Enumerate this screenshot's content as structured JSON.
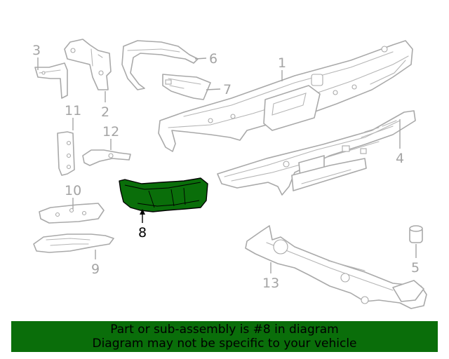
{
  "highlight_color": "#0a6e0a",
  "parts": [
    {
      "id": "1",
      "label": "1"
    },
    {
      "id": "2",
      "label": "2"
    },
    {
      "id": "3",
      "label": "3"
    },
    {
      "id": "4",
      "label": "4"
    },
    {
      "id": "5",
      "label": "5"
    },
    {
      "id": "6",
      "label": "6"
    },
    {
      "id": "7",
      "label": "7"
    },
    {
      "id": "8",
      "label": "8",
      "highlighted": true
    },
    {
      "id": "9",
      "label": "9"
    },
    {
      "id": "10",
      "label": "10"
    },
    {
      "id": "11",
      "label": "11"
    },
    {
      "id": "12",
      "label": "12"
    },
    {
      "id": "13",
      "label": "13"
    }
  ],
  "banner": {
    "line1": "Part or sub-assembly is #8 in diagram",
    "line2": "Diagram may not be specific to your vehicle"
  }
}
